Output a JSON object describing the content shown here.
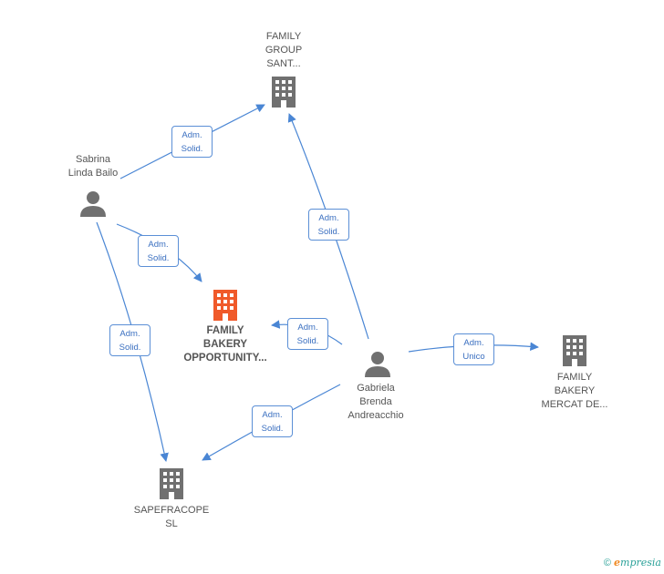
{
  "colors": {
    "edge": "#4a86d4",
    "building": "#707070",
    "focus_building": "#f05a2a",
    "person": "#707070"
  },
  "nodes": {
    "family_group": {
      "label": "FAMILY\nGROUP\nSANT...",
      "icon": "building-icon"
    },
    "sabrina": {
      "label": "Sabrina\nLinda Bailo",
      "icon": "person-icon"
    },
    "family_bakery_opportunity": {
      "label": "FAMILY\nBAKERY\nOPPORTUNITY...",
      "icon": "building-icon"
    },
    "gabriela": {
      "label": "Gabriela\nBrenda\nAndreacchio",
      "icon": "person-icon"
    },
    "family_bakery_mercat": {
      "label": "FAMILY\nBAKERY\nMERCAT DE...",
      "icon": "building-icon"
    },
    "sapefracope": {
      "label": "SAPEFRACOPE\nSL",
      "icon": "building-icon"
    }
  },
  "edges": {
    "sabrina_group": "Adm.\nSolid.",
    "sabrina_opportunity": "Adm.\nSolid.",
    "sabrina_sapefracope": "Adm.\nSolid.",
    "gabriela_group": "Adm.\nSolid.",
    "gabriela_opportunity": "Adm.\nSolid.",
    "gabriela_sapefracope": "Adm.\nSolid.",
    "gabriela_mercat": "Adm.\nUnico"
  },
  "footer": {
    "copyright": "©",
    "brand_initial": "e",
    "brand_rest": "mpresia"
  }
}
